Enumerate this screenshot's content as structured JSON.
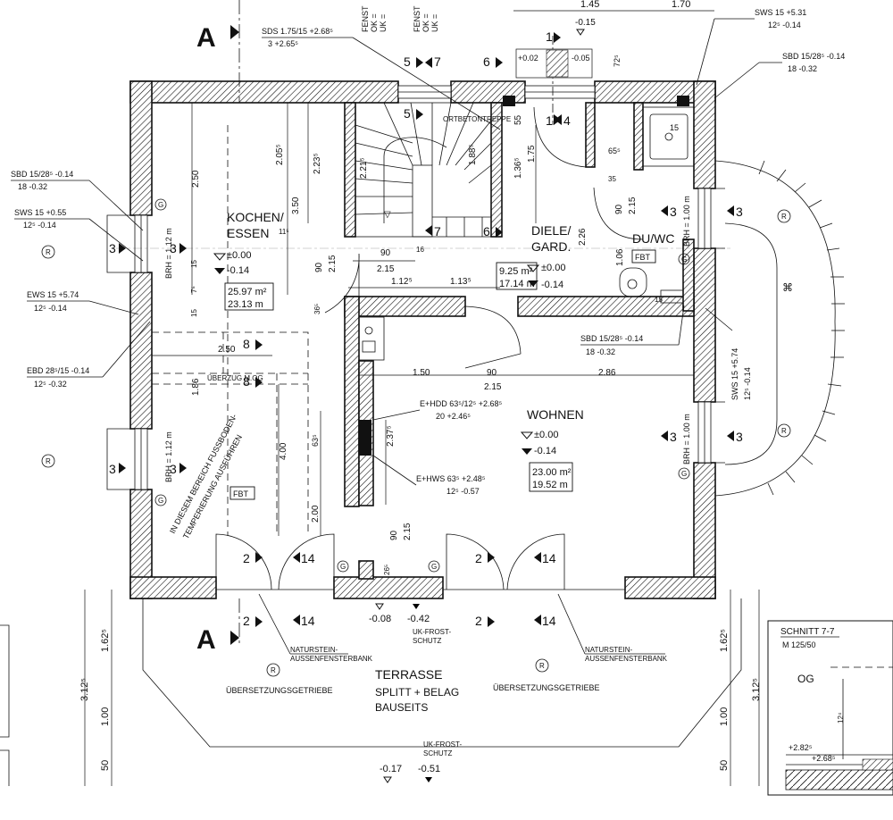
{
  "section_markers": {
    "a_top": "A",
    "a_bottom": "A"
  },
  "rooms": {
    "kochen": {
      "name_1": "KOCHEN/",
      "name_2": "ESSEN",
      "elev_1": "±0.00",
      "elev_2": "-0.14",
      "area": "25.97 m²",
      "perimeter": "23.13 m"
    },
    "diele": {
      "name_1": "DIELE/",
      "name_2": "GARD.",
      "elev_1": "±0.00",
      "elev_2": "-0.14",
      "area": "9.25 m²",
      "perimeter": "17.14 m"
    },
    "duwc": {
      "name": "DU/WC",
      "fbt": "FBT"
    },
    "wohnen": {
      "name": "WOHNEN",
      "elev_1": "±0.00",
      "elev_2": "-0.14",
      "area": "23.00 m²",
      "perimeter": "19.52 m"
    },
    "terrasse": {
      "name": "TERRASSE",
      "line_1": "SPLITT + BELAG",
      "line_2": "BAUSEITS"
    }
  },
  "notes": {
    "sds": "SDS 1.75/15  +2.68⁵",
    "sds_2": "3      +2.65⁵",
    "sws_tr": "SWS 15    +5.31",
    "sws_tr_2": "12⁵   -0.14",
    "sbd_tr": "SBD 15/28⁵  -0.14",
    "sbd_tr_2": "18       -0.32",
    "sbd_l": "SBD 15/28⁵  -0.14",
    "sbd_l_2": "18       -0.32",
    "sws_l": "SWS 15    +0.55",
    "sws_l_2": "12⁵   -0.14",
    "ews": "EWS 15    +5.74",
    "ews_2": "12⁵   -0.14",
    "ebd": "EBD 28⁵/15  -0.14",
    "ebd_2": "12⁵       -0.32",
    "sbd_mid": "SBD 15/28⁵   -0.14",
    "sbd_mid_2": "18        -0.32",
    "sws_r": "SWS 15  +5.74",
    "sws_r_2": "12⁵  -0.14",
    "ehdd": "E+HDD 63⁵/12⁵  +2.68⁵",
    "ehdd_2": "20          +2.46⁵",
    "ehws": "E+HWS 63⁵    +2.48⁵",
    "ehws_2": "12⁵        -0.57",
    "ortbeton": "ORTBETONTREPPE",
    "ueberzug": "ÜBERZUG M.OG",
    "fussboden": "IN DIESEM BEREICH FUSSBODEN-",
    "fussboden_2": "TEMPERIERUNG AUSFÜHREN",
    "fbt": "FBT",
    "naturstein_l": "NATURSTEIN-",
    "naturstein_l_2": "AUSSENFENSTERBANK",
    "naturstein_r": "NATURSTEIN-",
    "naturstein_r_2": "AUSSENFENSTERBANK",
    "uebersetzung_l": "ÜBERSETZUNGSGETRIEBE",
    "uebersetzung_r": "ÜBERSETZUNGSGETRIEBE",
    "ukfrost": "UK-FROST-",
    "ukfrost_2": "SCHUTZ",
    "ukfrost_b": "UK-FROST-",
    "ukfrost_b_2": "SCHUTZ",
    "fenst": "FENST",
    "ok": "OK =",
    "uk": "UK ="
  },
  "dims": {
    "d145": "1.45",
    "d170": "1.70",
    "d015": "-0.15",
    "d002": "+0.02",
    "d005": "-0.05",
    "d725": "72⁵",
    "d250": "2.50",
    "d205": "2.05⁵",
    "d223": "2.23⁵",
    "d350": "3.50",
    "d11": "11⁵",
    "d221": "2.21⁵",
    "d188": "1.88⁵",
    "d136": "1.36⁵",
    "d55": "55",
    "d175": "1.75",
    "d90a": "90",
    "d215a": "2.15",
    "d1125": "1.12⁵",
    "d1135": "1.13⁵",
    "d16": "16",
    "d90b": "90",
    "d215b": "2.15",
    "d365": "36⁵",
    "d226": "2.26",
    "d655": "65⁵",
    "d35": "35",
    "d90c": "90",
    "d215c": "2.15",
    "d106": "1.06",
    "d15c": "15",
    "brh1": "BRH = 1.12 m",
    "brh2": "BRH = 1.12 m",
    "brh3": "BRH = 1.00 m",
    "brh4": "BRH = 1.00 m",
    "d15a": "15",
    "d7": "7⁵",
    "d15b": "15",
    "d250b": "2.50",
    "d186": "1.86",
    "d150": "1.50",
    "d90d": "90",
    "d286": "2.86",
    "d215d": "2.15",
    "d237": "2.37⁵",
    "d400": "4.00",
    "d635": "63⁵",
    "d200": "2.00",
    "d90e": "90",
    "d215e": "2.15",
    "d265": "26⁵",
    "d1625l": "1.62⁵",
    "d312l": "3.12⁵",
    "d100l": "1.00",
    "d50l": "50",
    "d1625r": "1.62⁵",
    "d312r": "3.12⁵",
    "d100r": "1.00",
    "d50r": "50",
    "lev_008": "-0.08",
    "lev_042": "-0.42",
    "lev_017": "-0.17",
    "lev_051": "-0.51"
  },
  "section_refs": {
    "n1": "1",
    "n4": "4",
    "n5": "5",
    "n6": "6",
    "n7": "7",
    "n8": "8",
    "n2": "2",
    "n14": "14",
    "n3": "3",
    "n3r": "3"
  },
  "symbols": {
    "g": "G",
    "r": "R",
    "w15": "15"
  },
  "inset": {
    "title": "SCHNITT 7-7",
    "scale": "M 125/50",
    "og": "OG",
    "v1": "+2.82⁵",
    "v2": "+2.68⁵",
    "v3": "12⁴"
  }
}
